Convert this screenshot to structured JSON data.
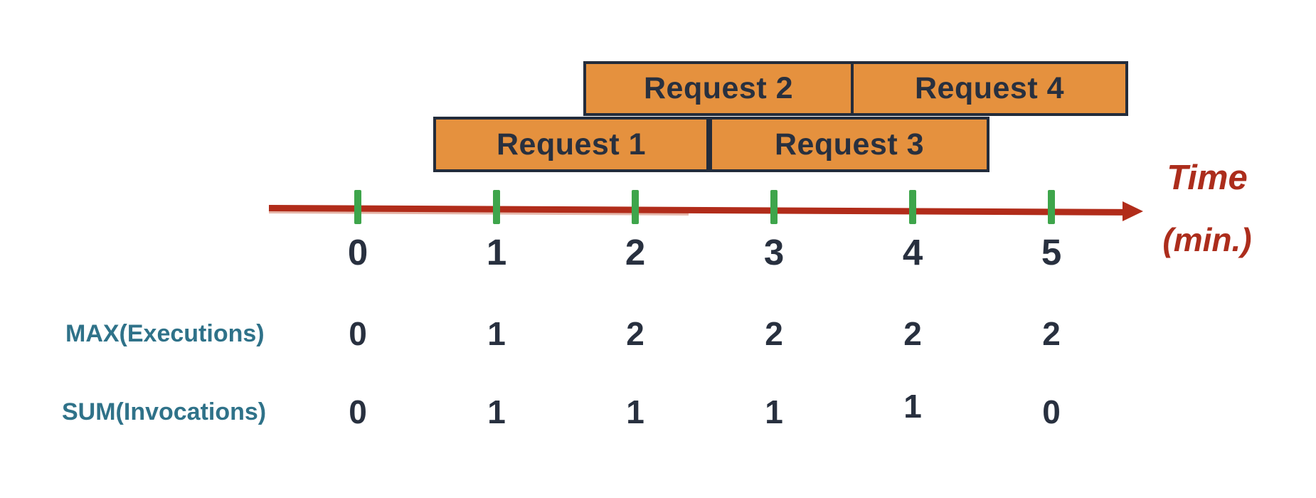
{
  "diagram_title": "request-concurrency-timeline",
  "requests": [
    {
      "label": "Request 1"
    },
    {
      "label": "Request 2"
    },
    {
      "label": "Request 3"
    },
    {
      "label": "Request 4"
    }
  ],
  "timeline": {
    "axis_label_line1": "Time",
    "axis_label_line2": "(min.)",
    "ticks": [
      "0",
      "1",
      "2",
      "3",
      "4",
      "5"
    ]
  },
  "metrics": [
    {
      "label": "MAX(Executions)",
      "values": [
        "0",
        "1",
        "2",
        "2",
        "2",
        "2"
      ]
    },
    {
      "label": "SUM(Invocations)",
      "values": [
        "0",
        "1",
        "1",
        "1",
        "1",
        "0"
      ]
    }
  ],
  "colors": {
    "bar_fill": "#E5913E",
    "bar_border": "#232C3B",
    "text_navy": "#28303F",
    "axis_red": "#B12C1A",
    "axis_label_red": "#AC2D1C",
    "tick_green": "#3EA54B",
    "metric_label_teal": "#2F7289",
    "background": "#FFFFFF"
  },
  "chart_data": {
    "type": "table",
    "title": "Request concurrency over time",
    "xlabel": "Time (min.)",
    "x": [
      0,
      1,
      2,
      3,
      4,
      5
    ],
    "bars": [
      {
        "name": "Request 1",
        "lane": "bottom",
        "start_min": 0.55,
        "end_min": 2.53
      },
      {
        "name": "Request 2",
        "lane": "top",
        "start_min": 1.63,
        "end_min": 3.57
      },
      {
        "name": "Request 3",
        "lane": "bottom",
        "start_min": 2.53,
        "end_min": 4.55
      },
      {
        "name": "Request 4",
        "lane": "top",
        "start_min": 3.57,
        "end_min": 5.55
      }
    ],
    "series": [
      {
        "name": "MAX(Executions)",
        "values": [
          0,
          1,
          2,
          2,
          2,
          2
        ]
      },
      {
        "name": "SUM(Invocations)",
        "values": [
          0,
          1,
          1,
          1,
          1,
          0
        ]
      }
    ]
  }
}
